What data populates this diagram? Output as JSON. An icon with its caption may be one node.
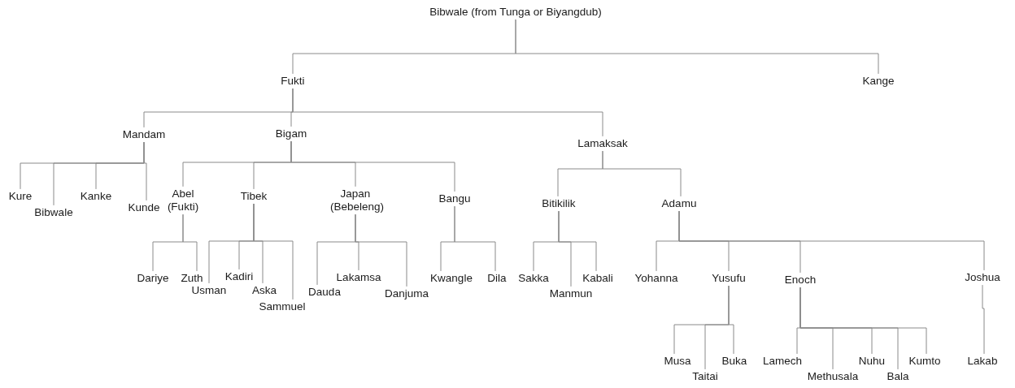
{
  "diagram": {
    "nodes": [
      {
        "text": [
          "Bibwale (from Tunga or Biyangdub)"
        ]
      },
      {
        "text": [
          "Fukti"
        ]
      },
      {
        "text": [
          "Kange"
        ]
      },
      {
        "text": [
          "Mandam"
        ]
      },
      {
        "text": [
          "Bigam"
        ]
      },
      {
        "text": [
          "Lamaksak"
        ]
      },
      {
        "text": [
          "Kure"
        ]
      },
      {
        "text": [
          "Bibwale"
        ]
      },
      {
        "text": [
          "Kanke"
        ]
      },
      {
        "text": [
          "Kunde"
        ]
      },
      {
        "text": [
          "Abel (Fukti)"
        ]
      },
      {
        "text": [
          "Tibek"
        ]
      },
      {
        "text": [
          "Japan (Bebeleng)"
        ]
      },
      {
        "text": [
          "Bangu"
        ]
      },
      {
        "text": [
          "Bitikilik"
        ]
      },
      {
        "text": [
          "Adamu"
        ]
      },
      {
        "text": [
          "Dariye"
        ]
      },
      {
        "text": [
          "Zuth"
        ]
      },
      {
        "text": [
          "Usman"
        ]
      },
      {
        "text": [
          "Kadiri"
        ]
      },
      {
        "text": [
          "Aska"
        ]
      },
      {
        "text": [
          "Sammuel"
        ]
      },
      {
        "text": [
          "Dauda"
        ]
      },
      {
        "text": [
          "Lakamsa"
        ]
      },
      {
        "text": [
          "Danjuma"
        ]
      },
      {
        "text": [
          "Kwangle"
        ]
      },
      {
        "text": [
          "Dila"
        ]
      },
      {
        "text": [
          "Sakka"
        ]
      },
      {
        "text": [
          "Manmun"
        ]
      },
      {
        "text": [
          "Kabali"
        ]
      },
      {
        "text": [
          "Yohanna"
        ]
      },
      {
        "text": [
          "Yusufu"
        ]
      },
      {
        "text": [
          "Enoch"
        ]
      },
      {
        "text": [
          "Joshua"
        ]
      },
      {
        "text": [
          "Musa"
        ]
      },
      {
        "text": [
          "Taitai"
        ]
      },
      {
        "text": [
          "Buka"
        ]
      },
      {
        "text": [
          "Lamech"
        ]
      },
      {
        "text": [
          "Methusala"
        ]
      },
      {
        "text": [
          "Nuhu"
        ]
      },
      {
        "text": [
          "Bala"
        ]
      },
      {
        "text": [
          "Kumto"
        ]
      },
      {
        "text": [
          "Lakab"
        ]
      }
    ],
    "edges": [
      {
        "from": 0,
        "to": 1,
        "arrow": "none"
      },
      {
        "from": 0,
        "to": 2,
        "arrow": "none"
      },
      {
        "from": 1,
        "to": 3,
        "arrow": "none"
      },
      {
        "from": 1,
        "to": 4,
        "arrow": "none"
      },
      {
        "from": 1,
        "to": 5,
        "arrow": "none"
      },
      {
        "from": 3,
        "to": 6,
        "arrow": "none"
      },
      {
        "from": 3,
        "to": 7,
        "arrow": "none"
      },
      {
        "from": 3,
        "to": 8,
        "arrow": "none"
      },
      {
        "from": 3,
        "to": 9,
        "arrow": "none"
      },
      {
        "from": 4,
        "to": 10,
        "arrow": "none"
      },
      {
        "from": 4,
        "to": 11,
        "arrow": "none"
      },
      {
        "from": 4,
        "to": 12,
        "arrow": "none"
      },
      {
        "from": 4,
        "to": 13,
        "arrow": "none"
      },
      {
        "from": 5,
        "to": 14,
        "arrow": "none"
      },
      {
        "from": 5,
        "to": 15,
        "arrow": "none"
      },
      {
        "from": 10,
        "to": 16,
        "arrow": "none"
      },
      {
        "from": 10,
        "to": 17,
        "arrow": "none"
      },
      {
        "from": 11,
        "to": 18,
        "arrow": "none"
      },
      {
        "from": 11,
        "to": 19,
        "arrow": "none"
      },
      {
        "from": 11,
        "to": 20,
        "arrow": "none"
      },
      {
        "from": 11,
        "to": 21,
        "arrow": "none"
      },
      {
        "from": 12,
        "to": 22,
        "arrow": "none"
      },
      {
        "from": 12,
        "to": 23,
        "arrow": "none"
      },
      {
        "from": 12,
        "to": 24,
        "arrow": "none"
      },
      {
        "from": 13,
        "to": 25,
        "arrow": "none"
      },
      {
        "from": 13,
        "to": 26,
        "arrow": "none"
      },
      {
        "from": 14,
        "to": 27,
        "arrow": "none"
      },
      {
        "from": 14,
        "to": 28,
        "arrow": "none"
      },
      {
        "from": 14,
        "to": 29,
        "arrow": "none"
      },
      {
        "from": 15,
        "to": 30,
        "arrow": "none"
      },
      {
        "from": 15,
        "to": 31,
        "arrow": "none"
      },
      {
        "from": 15,
        "to": 32,
        "arrow": "none"
      },
      {
        "from": 15,
        "to": 33,
        "arrow": "none"
      },
      {
        "from": 31,
        "to": 34,
        "arrow": "none"
      },
      {
        "from": 31,
        "to": 35,
        "arrow": "none"
      },
      {
        "from": 31,
        "to": 36,
        "arrow": "none"
      },
      {
        "from": 32,
        "to": 37,
        "arrow": "none"
      },
      {
        "from": 32,
        "to": 38,
        "arrow": "none"
      },
      {
        "from": 32,
        "to": 39,
        "arrow": "none"
      },
      {
        "from": 32,
        "to": 40,
        "arrow": "none"
      },
      {
        "from": 32,
        "to": 41,
        "arrow": "none"
      },
      {
        "from": 33,
        "to": 42,
        "arrow": "none"
      }
    ]
  }
}
